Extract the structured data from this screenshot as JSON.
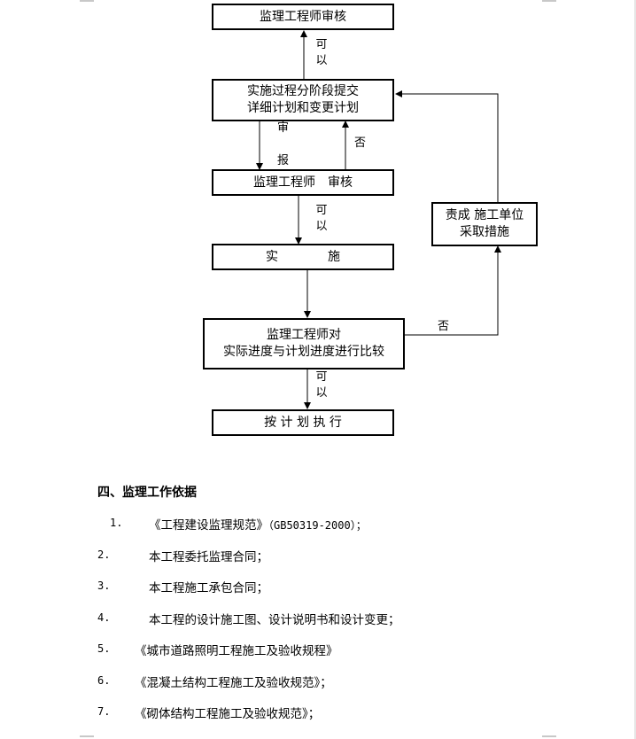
{
  "flowchart": {
    "box1": "监理工程师审核",
    "box2_line1": "实施过程分阶段提交",
    "box2_line2": "详细计划和变更计划",
    "box3": "监理工程师　审核",
    "box4": "实　　　　施",
    "box5_line1": "监理工程师对",
    "box5_line2": "实际进度与计划进度进行比较",
    "box6": "按 计 划 执 行",
    "box7_line1": "责成 施工单位",
    "box7_line2": "采取措施",
    "label_ke": "可",
    "label_yi": "以",
    "label_shen": "审",
    "label_bao": "报",
    "label_fou": "否"
  },
  "section": {
    "heading": "四、监理工作依据",
    "items": [
      {
        "num": "1.",
        "text": "《工程建设监理规范》",
        "extra": "（GB50319-2000）；"
      },
      {
        "num": "2.",
        "text": "本工程委托监理合同；"
      },
      {
        "num": "3.",
        "text": "本工程施工承包合同；"
      },
      {
        "num": "4.",
        "text": "本工程的设计施工图、设计说明书和设计变更；"
      },
      {
        "num": "5.",
        "text": "《城市道路照明工程施工及验收规程》"
      },
      {
        "num": "6.",
        "text": "《混凝土结构工程施工及验收规范》；"
      },
      {
        "num": "7.",
        "text": "《砌体结构工程施工及验收规范》；"
      }
    ]
  }
}
